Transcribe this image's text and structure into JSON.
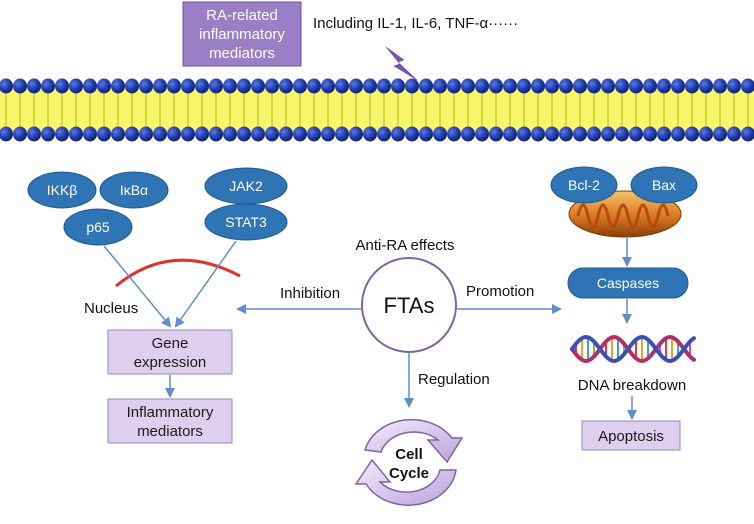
{
  "stimulus": {
    "box_label_lines": [
      "RA-related",
      "inflammatory",
      "mediators"
    ],
    "description": "Including IL-1, IL-6, TNF-α······"
  },
  "left_pathway": {
    "ovals": [
      "IKKβ",
      "IκBα",
      "p65",
      "JAK2",
      "STAT3"
    ],
    "nucleus_label": "Nucleus",
    "gene_expression_lines": [
      "Gene",
      "expression"
    ],
    "inflammatory_mediators_lines": [
      "Inflammatory",
      "mediators"
    ]
  },
  "center": {
    "effects_label": "Anti-RA effects",
    "drug_label": "FTAs",
    "inhibition_label": "Inhibition",
    "promotion_label": "Promotion",
    "regulation_label": "Regulation",
    "cell_cycle_lines": [
      "Cell",
      "Cycle"
    ]
  },
  "right_pathway": {
    "bcl2_label": "Bcl-2",
    "bax_label": "Bax",
    "caspases_label": "Caspases",
    "dna_label": "DNA breakdown",
    "apoptosis_label": "Apoptosis"
  },
  "colors": {
    "oval_blue": "#2f75b5",
    "box_purple": "#ddd0ee",
    "circle_stroke": "#8064a2",
    "arrow_blue": "#5b8fc5",
    "membrane_blue": "#1f3aa8",
    "membrane_yellow": "#f7f56a",
    "nucleus_red": "#e03030",
    "lightning": "#7a52b8"
  }
}
